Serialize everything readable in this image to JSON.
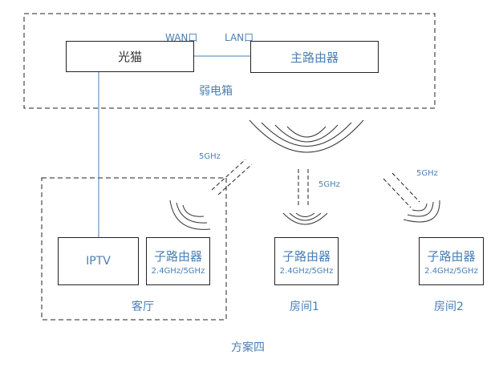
{
  "diagram": {
    "title": "方案四",
    "ports": {
      "wan": "WAN口",
      "lan": "LAN口"
    },
    "zones": {
      "cabinet": "弱电箱",
      "living": "客厅",
      "room1": "房间1",
      "room2": "房间2"
    },
    "nodes": {
      "modem": "光猫",
      "main_router": "主路由器",
      "iptv": "IPTV",
      "sub_router": "子路由器",
      "band_dual": "2.4GHz/5GHz"
    },
    "links": {
      "wifi_5g": "5GHz"
    }
  },
  "colors": {
    "accent": "#4a7fb5",
    "line": "#222222"
  }
}
